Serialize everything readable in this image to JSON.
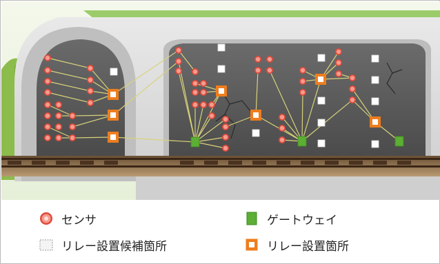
{
  "legend": {
    "sensor": {
      "label": "センサ",
      "icon": "sensor-icon"
    },
    "gateway": {
      "label": "ゲートウェイ",
      "icon": "gateway-icon"
    },
    "relay_candidate": {
      "label": "リレー設置候補箇所",
      "icon": "relay-candidate-icon"
    },
    "relay": {
      "label": "リレー設置箇所",
      "icon": "relay-icon"
    }
  },
  "colors": {
    "sensor_fill": "#f08080",
    "sensor_ring": "#e04a3a",
    "gateway": "#5cae34",
    "relay_border": "#ee7d1e",
    "candidate": "#ffffff",
    "link": "#d8d27a",
    "tunnel_wall": "#555555",
    "tunnel_concrete": "#dcdcdc",
    "grass": "#8fbf4a",
    "track": "#5a3b24"
  }
}
